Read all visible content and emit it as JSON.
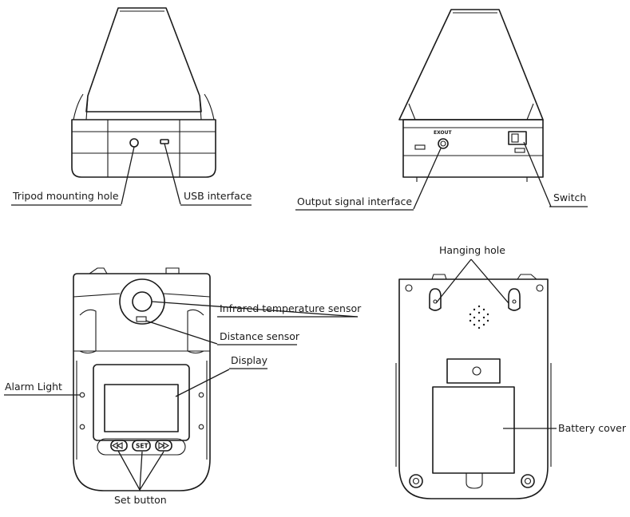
{
  "labels": {
    "tripod": "Tripod mounting hole",
    "usb": "USB interface",
    "output": "Output signal interface",
    "switch": "Switch",
    "hanging": "Hanging hole",
    "infrared": "Infrared temperature sensor",
    "distance": "Distance sensor",
    "display": "Display",
    "alarm": "Alarm Light",
    "set_button": "Set button",
    "battery": "Battery cover"
  },
  "device_text": {
    "port_label": "EXOUT",
    "set_key": "SET"
  }
}
